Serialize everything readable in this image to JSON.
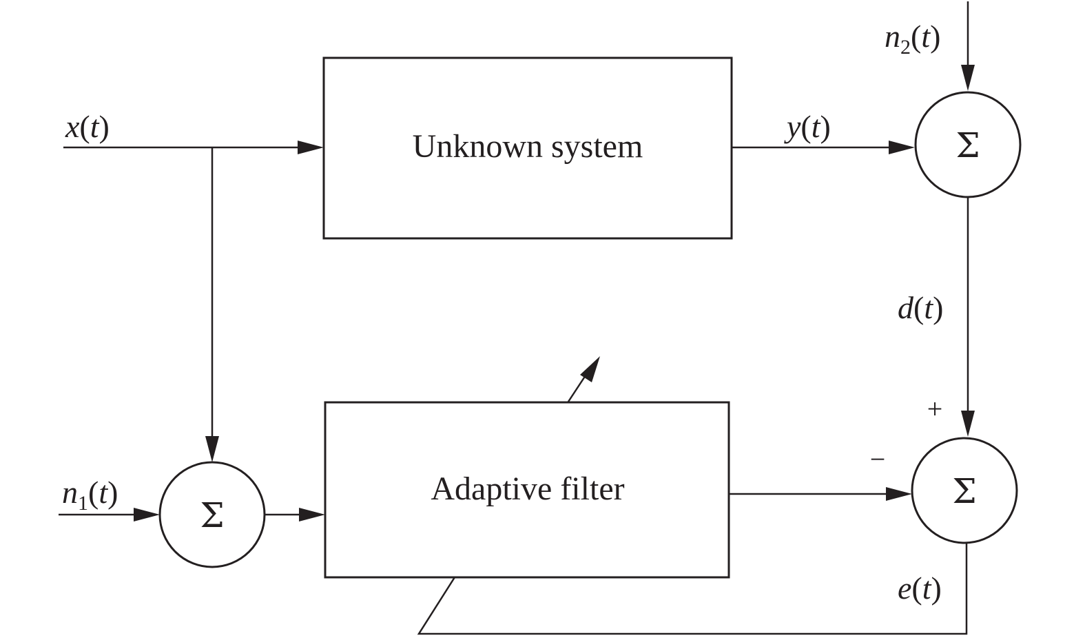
{
  "blocks": {
    "unknown_system": "Unknown system",
    "adaptive_filter": "Adaptive filter"
  },
  "summers": {
    "symbol": "Σ"
  },
  "signals": {
    "x": {
      "name": "x",
      "arg": "t"
    },
    "y": {
      "name": "y",
      "arg": "t"
    },
    "n1": {
      "name": "n",
      "sub": "1",
      "arg": "t"
    },
    "n2": {
      "name": "n",
      "sub": "2",
      "arg": "t"
    },
    "d": {
      "name": "d",
      "arg": "t"
    },
    "e": {
      "name": "e",
      "arg": "t"
    }
  },
  "signs": {
    "plus": "+",
    "minus": "−"
  },
  "colors": {
    "ink": "#231f20",
    "background": "#ffffff"
  }
}
